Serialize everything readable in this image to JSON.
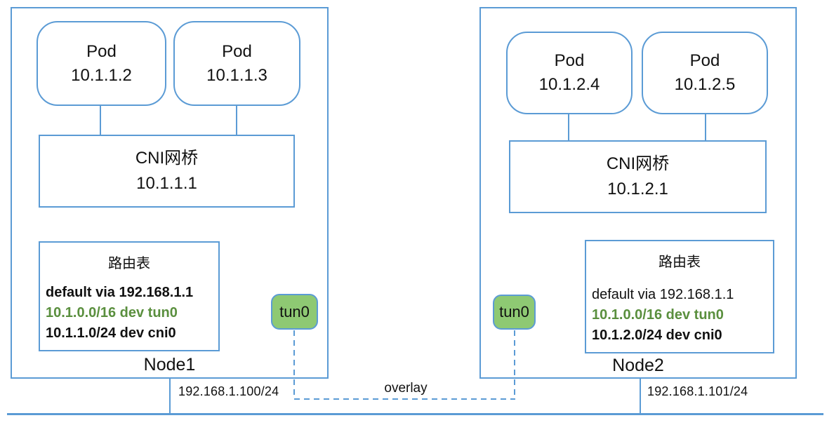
{
  "colors": {
    "line_blue": "#5B9BD5",
    "tun_badge_green": "#8EC973",
    "route_highlight_green": "#5A8F3E"
  },
  "nodes": [
    {
      "name": "Node1",
      "pods": [
        {
          "label": "Pod",
          "ip": "10.1.1.2"
        },
        {
          "label": "Pod",
          "ip": "10.1.1.3"
        }
      ],
      "bridge": {
        "label": "CNI网桥",
        "ip": "10.1.1.1"
      },
      "route_table": {
        "title": "路由表",
        "routes": [
          "default via 192.168.1.1",
          "10.1.0.0/16 dev tun0",
          "10.1.1.0/24 dev cni0"
        ]
      },
      "tunnel": "tun0",
      "host_ip": "192.168.1.100/24"
    },
    {
      "name": "Node2",
      "pods": [
        {
          "label": "Pod",
          "ip": "10.1.2.4"
        },
        {
          "label": "Pod",
          "ip": "10.1.2.5"
        }
      ],
      "bridge": {
        "label": "CNI网桥",
        "ip": "10.1.2.1"
      },
      "route_table": {
        "title": "路由表",
        "routes": [
          "default via 192.168.1.1",
          "10.1.0.0/16 dev tun0",
          "10.1.2.0/24 dev cni0"
        ]
      },
      "tunnel": "tun0",
      "host_ip": "192.168.1.101/24"
    }
  ],
  "overlay_label": "overlay"
}
